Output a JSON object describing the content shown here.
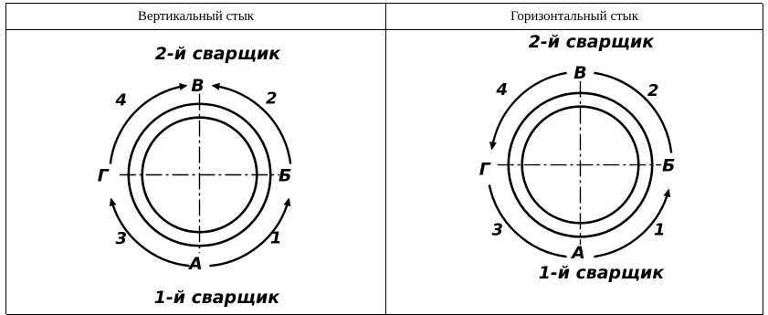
{
  "table": {
    "headers": [
      "Вертикальный стык",
      "Горизонтальный стык"
    ]
  },
  "vertical": {
    "welder_top": "2-й сварщик",
    "welder_bottom": "1-й сварщик",
    "point_top": "В",
    "point_bottom": "А",
    "point_left": "Г",
    "point_right": "Б",
    "seq_top_left": "4",
    "seq_top_right": "2",
    "seq_bottom_left": "3",
    "seq_bottom_right": "1"
  },
  "horizontal": {
    "welder_top": "2-й сварщик",
    "welder_bottom": "1-й сварщик",
    "point_top": "В",
    "point_bottom": "А",
    "point_left": "Г",
    "point_right": "Б",
    "seq_top_left": "4",
    "seq_top_right": "2",
    "seq_bottom_left": "3",
    "seq_bottom_right": "1"
  }
}
